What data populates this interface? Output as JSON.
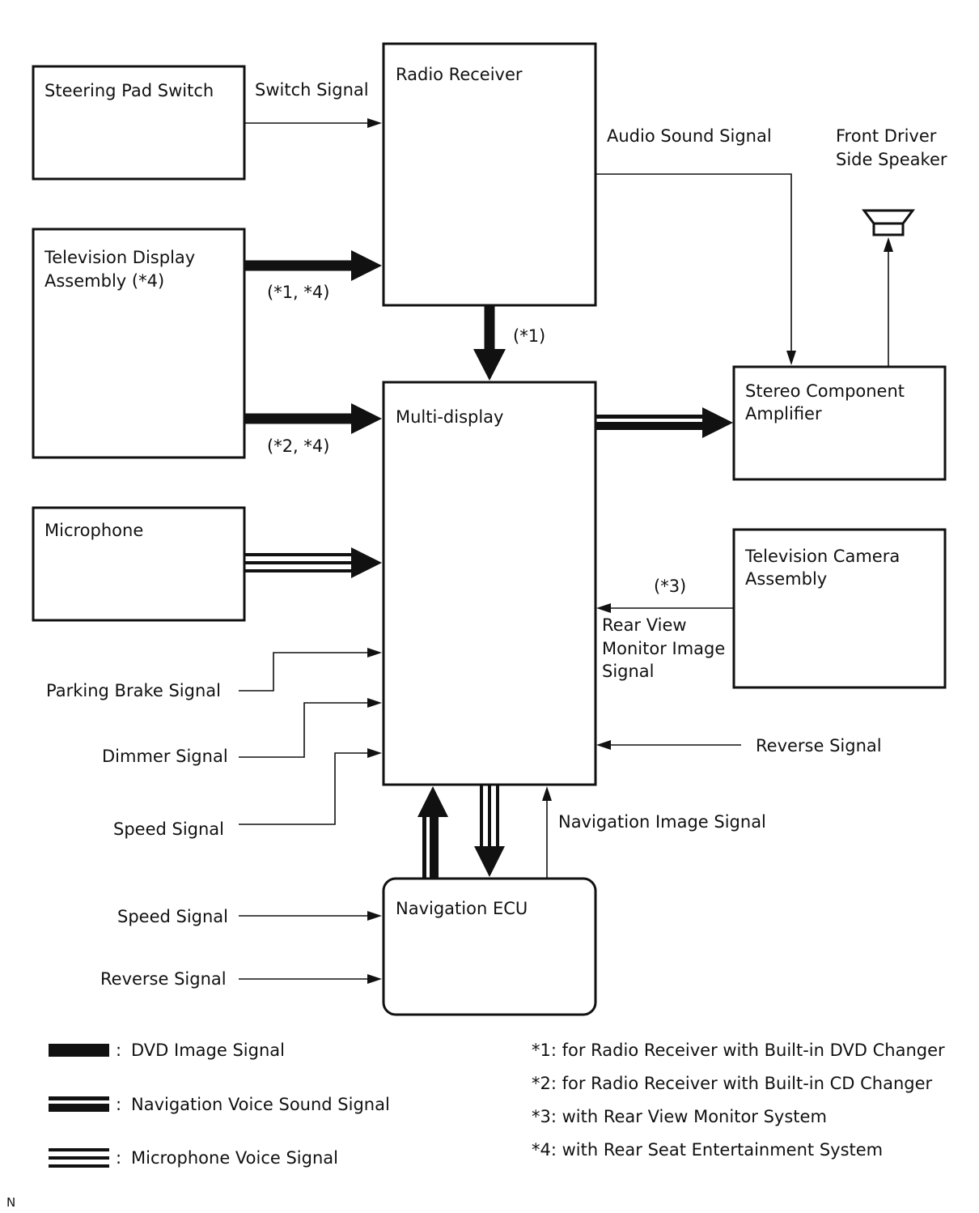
{
  "boxes": {
    "steering": "Steering Pad Switch",
    "radio": "Radio Receiver",
    "tv_display": [
      "Television Display",
      "Assembly (*4)"
    ],
    "multi": "Multi-display",
    "microphone": "Microphone",
    "stereo": [
      "Stereo Component",
      "Amplifier"
    ],
    "camera": [
      "Television Camera",
      "Assembly"
    ],
    "nav_ecu": "Navigation ECU"
  },
  "speaker_label": [
    "Front Driver",
    "Side Speaker"
  ],
  "signals": {
    "switch": "Switch Signal",
    "audio_sound": "Audio Sound Signal",
    "note_1_4": "(*1, *4)",
    "note_1": "(*1)",
    "note_2_4": "(*2, *4)",
    "note_3": "(*3)",
    "rear_view": [
      "Rear View",
      "Monitor Image",
      "Signal"
    ],
    "parking_brake": "Parking Brake Signal",
    "dimmer": "Dimmer Signal",
    "speed_md": "Speed Signal",
    "reverse_md": "Reverse Signal",
    "nav_image": "Navigation Image Signal",
    "speed_nav": "Speed Signal",
    "reverse_nav": "Reverse Signal"
  },
  "legend": [
    {
      "label": "DVD Image Signal",
      "line_style": "solid-thick"
    },
    {
      "label": "Navigation Voice Sound Signal",
      "line_style": "double"
    },
    {
      "label": "Microphone Voice Signal",
      "line_style": "triple"
    }
  ],
  "legend_separator": ":",
  "notes": [
    "*1: for Radio Receiver with Built-in DVD Changer",
    "*2: for Radio Receiver with Built-in CD Changer",
    "*3: with Rear View Monitor System",
    "*4: with Rear Seat Entertainment System"
  ],
  "corner_mark": "N"
}
